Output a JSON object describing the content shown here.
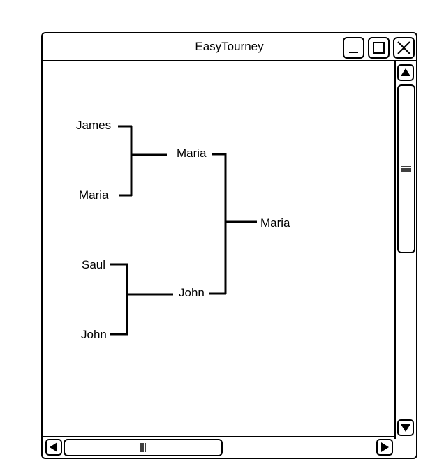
{
  "window": {
    "title": "EasyTourney",
    "controls": [
      "minimize-icon",
      "maximize-icon",
      "close-icon"
    ]
  },
  "bracket": {
    "round1": [
      {
        "top": "James",
        "bottom": "Maria"
      },
      {
        "top": "Saul",
        "bottom": "John"
      }
    ],
    "round2": [
      "Maria",
      "John"
    ],
    "winner": "Maria"
  },
  "scrollbars": {
    "vertical": {
      "up_icon": "arrow-up-icon",
      "down_icon": "arrow-down-icon",
      "grip_icon": "grip-icon"
    },
    "horizontal": {
      "left_icon": "arrow-left-icon",
      "right_icon": "arrow-right-icon",
      "grip_icon": "grip-icon"
    }
  }
}
